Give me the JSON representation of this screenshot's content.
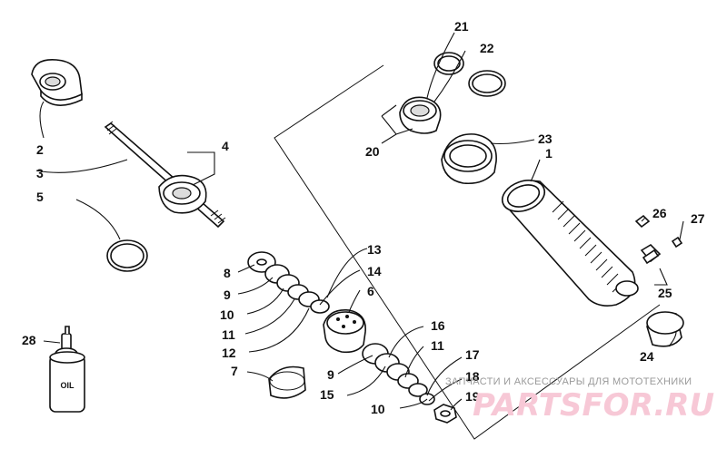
{
  "diagram": {
    "callouts": [
      {
        "id": "c1",
        "text": "1"
      },
      {
        "id": "c2",
        "text": "2"
      },
      {
        "id": "c3",
        "text": "3"
      },
      {
        "id": "c4",
        "text": "4"
      },
      {
        "id": "c5",
        "text": "5"
      },
      {
        "id": "c6",
        "text": "6"
      },
      {
        "id": "c7",
        "text": "7"
      },
      {
        "id": "c8",
        "text": "8"
      },
      {
        "id": "c9a",
        "text": "9"
      },
      {
        "id": "c9b",
        "text": "9"
      },
      {
        "id": "c10a",
        "text": "10"
      },
      {
        "id": "c10b",
        "text": "10"
      },
      {
        "id": "c11a",
        "text": "11"
      },
      {
        "id": "c11b",
        "text": "11"
      },
      {
        "id": "c12",
        "text": "12"
      },
      {
        "id": "c13",
        "text": "13"
      },
      {
        "id": "c14",
        "text": "14"
      },
      {
        "id": "c15",
        "text": "15"
      },
      {
        "id": "c16",
        "text": "16"
      },
      {
        "id": "c17",
        "text": "17"
      },
      {
        "id": "c18",
        "text": "18"
      },
      {
        "id": "c19",
        "text": "19"
      },
      {
        "id": "c20",
        "text": "20"
      },
      {
        "id": "c21",
        "text": "21"
      },
      {
        "id": "c22",
        "text": "22"
      },
      {
        "id": "c23",
        "text": "23"
      },
      {
        "id": "c24",
        "text": "24"
      },
      {
        "id": "c25",
        "text": "25"
      },
      {
        "id": "c26",
        "text": "26"
      },
      {
        "id": "c27",
        "text": "27"
      },
      {
        "id": "c28",
        "text": "28"
      }
    ],
    "oil_bottle_label": "OIL"
  },
  "watermark": {
    "tagline": "ЗАПЧАСТИ И АКСЕССУАРЫ ДЛЯ МОТОТЕХНИКИ",
    "logo": "PARTSFOR.RU",
    "logo_color": "#f7c8d6",
    "tagline_color": "#9a9a9a"
  }
}
